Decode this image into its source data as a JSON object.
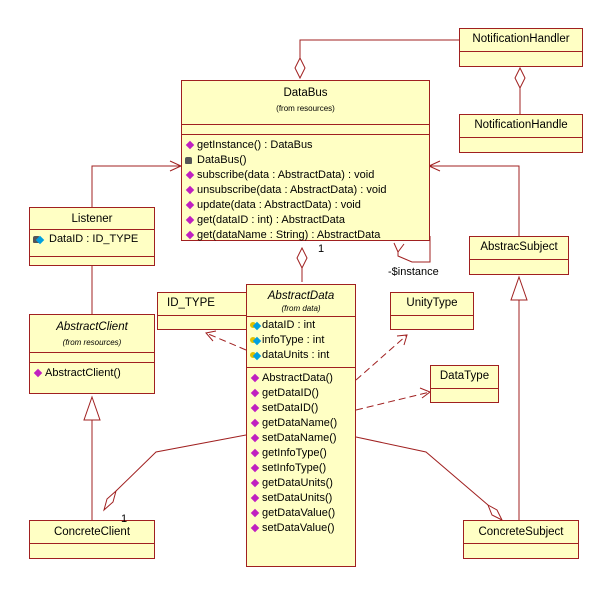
{
  "classes": {
    "databus": {
      "name": "DataBus",
      "from": "(from resources)",
      "ops": [
        "getInstance() : DataBus",
        "DataBus()",
        "subscribe(data : AbstractData) : void",
        "unsubscribe(data : AbstractData) : void",
        "update(data : AbstractData) : void",
        "get(dataID : int) : AbstractData",
        "get(dataName : String) : AbstractData"
      ]
    },
    "notification_handler": {
      "name": "NotificationHandler"
    },
    "notification_handle": {
      "name": "NotificationHandle"
    },
    "listener": {
      "name": "Listener",
      "attrs": [
        "DataID : ID_TYPE"
      ]
    },
    "abstract_client": {
      "name": "AbstractClient",
      "from": "(from resources)",
      "ops": [
        "AbstractClient()"
      ]
    },
    "concrete_client": {
      "name": "ConcreteClient"
    },
    "id_type": {
      "name": "ID_TYPE"
    },
    "abstract_data": {
      "name": "AbstractData",
      "from": "(from data)",
      "attrs": [
        "dataID : int",
        "infoType : int",
        "dataUnits : int"
      ],
      "ops": [
        "AbstractData()",
        "getDataID()",
        "setDataID()",
        "getDataName()",
        "setDataName()",
        "getInfoType()",
        "setInfoType()",
        "getDataUnits()",
        "setDataUnits()",
        "getDataValue()",
        "setDataValue()"
      ]
    },
    "unity_type": {
      "name": "UnityType"
    },
    "data_type": {
      "name": "DataType"
    },
    "abstract_subject": {
      "name": "AbstracSubject"
    },
    "concrete_subject": {
      "name": "ConcreteSubject"
    }
  },
  "labels": {
    "instance": "-$instance",
    "mult_databus": "1",
    "mult_client": "1"
  },
  "colors": {
    "fill": "#ffffc4",
    "border": "#a02020"
  }
}
